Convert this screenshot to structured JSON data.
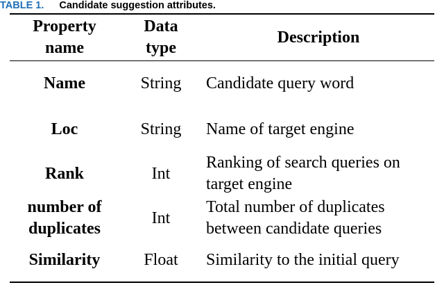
{
  "caption": {
    "label": "TABLE 1.",
    "title": "Candidate suggestion attributes."
  },
  "table": {
    "headers": [
      [
        "Property",
        "name"
      ],
      [
        "Data",
        "type"
      ],
      [
        "Description"
      ]
    ],
    "rows": [
      {
        "property": [
          "Name"
        ],
        "type": "String",
        "description": "Candidate query word"
      },
      {
        "property": [
          "Loc"
        ],
        "type": "String",
        "description": "Name of target engine"
      },
      {
        "property": [
          "Rank"
        ],
        "type": "Int",
        "description": "Ranking of search queries on target engine"
      },
      {
        "property": [
          "number of",
          "duplicates"
        ],
        "type": "Int",
        "description": "Total number of duplicates between candidate queries"
      },
      {
        "property": [
          "Similarity"
        ],
        "type": "Float",
        "description": "Similarity to the initial query"
      }
    ]
  }
}
